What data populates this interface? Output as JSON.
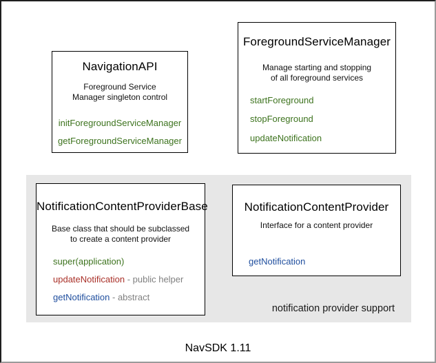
{
  "colors": {
    "method_green": "#3d731e",
    "method_red": "#a93028",
    "method_blue": "#1f4e9e",
    "annotation_gray": "#7f7f7f",
    "group_background": "#e7e7e7"
  },
  "boxes": {
    "navigation_api": {
      "title": "NavigationAPI",
      "description": [
        "Foreground Service",
        "Manager singleton control"
      ],
      "methods": [
        {
          "label": "initForegroundServiceManager"
        },
        {
          "label": "getForegroundServiceManager"
        }
      ]
    },
    "foreground_service_manager": {
      "title": "ForegroundServiceManager",
      "description": [
        "Manage starting and stopping",
        "of all foreground services"
      ],
      "methods": [
        {
          "label": "startForeground"
        },
        {
          "label": "stopForeground"
        },
        {
          "label": "updateNotification"
        }
      ]
    },
    "notification_content_provider_base": {
      "title": "NotificationContentProviderBase",
      "description": [
        "Base class that should be subclassed",
        "to create a content provider"
      ],
      "methods": [
        {
          "label": "super(application)",
          "annotation": ""
        },
        {
          "label": "updateNotification",
          "annotation": " - public helper"
        },
        {
          "label": "getNotification",
          "annotation": " - abstract"
        }
      ]
    },
    "notification_content_provider": {
      "title": "NotificationContentProvider",
      "description": [
        "Interface for a content provider"
      ],
      "methods": [
        {
          "label": "getNotification"
        }
      ]
    }
  },
  "group": {
    "label": "notification provider support"
  },
  "footer": {
    "label": "NavSDK 1.11"
  }
}
